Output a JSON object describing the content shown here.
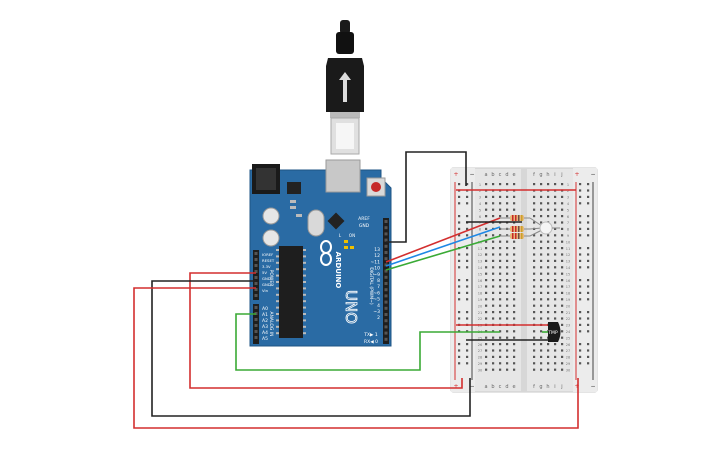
{
  "arduino": {
    "brand": "ARDUINO",
    "model": "UNO",
    "labels": {
      "aref": "AREF",
      "gnd": "GND",
      "digital": "DIGITAL (PWM~)",
      "power": "POWER",
      "analog_in": "ANALOG IN",
      "tx": "TX▶ 1",
      "rx": "RX◀ 0",
      "on": "ON",
      "l": "L",
      "tx_led": "TX",
      "rx_led": "RX"
    },
    "digital_pins": [
      "13",
      "12",
      "~11",
      "~10",
      "~9",
      "8",
      "7",
      "~6",
      "~5",
      "4",
      "~3",
      "2"
    ],
    "power_pins": [
      "IOREF",
      "RESET",
      "3.3V",
      "5V",
      "GND",
      "GND",
      "Vin"
    ],
    "analog_pins": [
      "A0",
      "A1",
      "A2",
      "A3",
      "A4",
      "A5"
    ]
  },
  "breadboard": {
    "col_letters_left": [
      "a",
      "b",
      "c",
      "d",
      "e"
    ],
    "col_letters_right": [
      "f",
      "g",
      "h",
      "i",
      "j"
    ],
    "row_numbers": [
      "1",
      "2",
      "3",
      "4",
      "5",
      "6",
      "7",
      "8",
      "9",
      "10",
      "11",
      "12",
      "13",
      "14",
      "15",
      "16",
      "17",
      "18",
      "19",
      "20",
      "21",
      "22",
      "23",
      "24",
      "25",
      "26",
      "27",
      "28",
      "29",
      "30"
    ],
    "rail_plus": "+",
    "rail_minus": "−"
  },
  "sensor": {
    "label": "TMP"
  },
  "colors": {
    "board": "#2a6ba4",
    "wire_red": "#d32f2f",
    "wire_black": "#222222",
    "wire_green": "#3aaa35",
    "wire_blue": "#1e88e5",
    "breadboard": "#e8e8e8",
    "rail_red": "#d32f2f",
    "rail_blue": "#444444"
  }
}
